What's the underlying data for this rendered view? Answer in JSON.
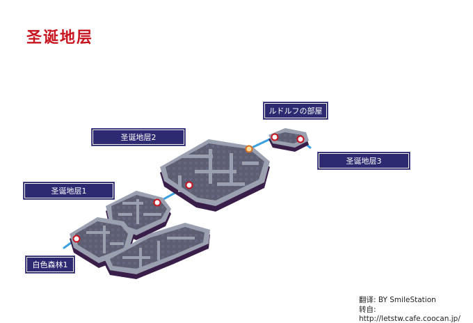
{
  "page": {
    "title": "圣诞地层"
  },
  "labels": {
    "christmas_layer_2": "圣诞地层2",
    "christmas_layer_1": "圣诞地层1",
    "christmas_layer_3": "圣诞地层3",
    "rudolf_room": "ルドルフの部屋",
    "white_forest_1": "白色森林1"
  },
  "credits": {
    "translation": "翻译: BY SmileStation",
    "source": "转自: http://letstw.cafe.coocan.jp/"
  },
  "colors": {
    "floor": "#5e5e72",
    "wall": "#9aa0b0",
    "shadow": "#3a1e4a",
    "path": "#3aa0e0",
    "label_bg": "#2d2a72",
    "title": "#c8141e"
  }
}
